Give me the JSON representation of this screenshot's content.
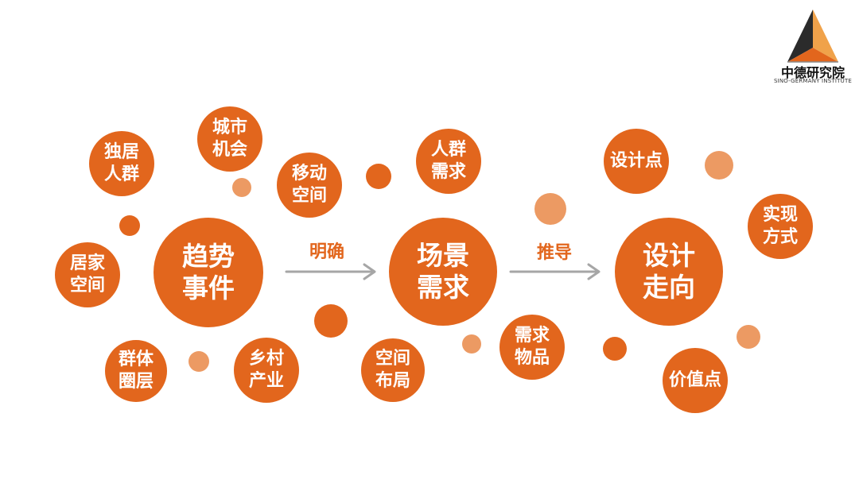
{
  "logo": {
    "name": "中德研究院",
    "subtitle": "SINO-GERMANY INSTITUTE",
    "colors": {
      "top": "#2b2b2b",
      "left": "#e2661d",
      "right": "#f0a24a",
      "shadow": "#8a8a8a"
    }
  },
  "colors": {
    "dark": "#e2661d",
    "light": "#ec9a63",
    "arrow": "#a6a6a6"
  },
  "main_nodes": [
    {
      "id": "trend",
      "label": "趋势\n事件"
    },
    {
      "id": "scene",
      "label": "场景\n需求"
    },
    {
      "id": "design",
      "label": "设计\n走向"
    }
  ],
  "arrows": [
    {
      "from": "trend",
      "to": "scene",
      "label": "明确"
    },
    {
      "from": "scene",
      "to": "design",
      "label": "推导"
    }
  ],
  "satellite_nodes": [
    {
      "id": "living-alone",
      "label": "独居\n人群"
    },
    {
      "id": "city-opportunity",
      "label": "城市\n机会"
    },
    {
      "id": "mobile-space",
      "label": "移动\n空间"
    },
    {
      "id": "home-space",
      "label": "居家\n空间"
    },
    {
      "id": "group-circle",
      "label": "群体\n圈层"
    },
    {
      "id": "rural-industry",
      "label": "乡村\n产业"
    },
    {
      "id": "crowd-demand",
      "label": "人群\n需求"
    },
    {
      "id": "space-layout",
      "label": "空间\n布局"
    },
    {
      "id": "demand-items",
      "label": "需求\n物品"
    },
    {
      "id": "design-point",
      "label": "设计点"
    },
    {
      "id": "realization",
      "label": "实现\n方式"
    },
    {
      "id": "value-point",
      "label": "价值点"
    }
  ]
}
